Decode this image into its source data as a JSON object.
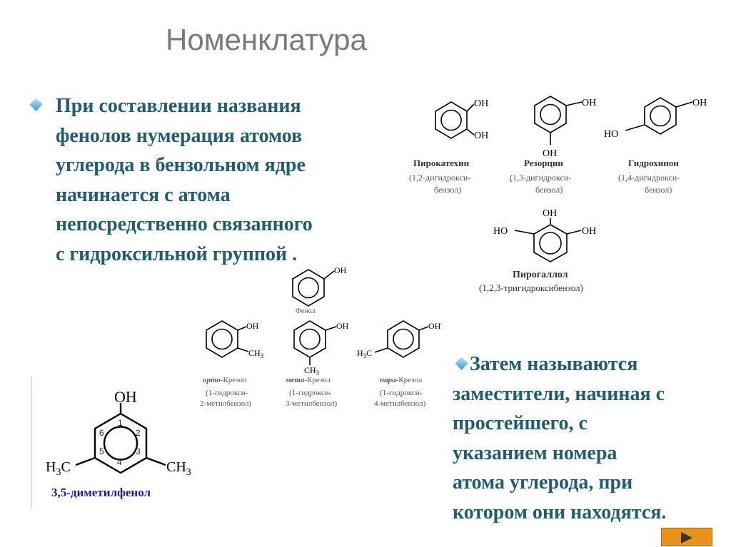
{
  "slide": {
    "title": "Номенклатура",
    "paragraph1": [
      "При составлении названия",
      "фенолов нумерация атомов",
      "углерода в бензольном ядре",
      "начинается с атома",
      "непосредственно связанного",
      "с гидроксильной группой ."
    ],
    "paragraph2": [
      "Затем называются",
      "заместители, начиная с",
      "простейшего, с",
      "указанием номера",
      "атома углерода, при",
      "котором они находятся."
    ]
  },
  "chem": {
    "oh": "OH",
    "ho": "HO",
    "ch": "CH",
    "h": "H",
    "c": "C",
    "sub3": "3",
    "pyrocatechin": {
      "name": "Пирокатехин",
      "sys1": "(1,2-дигидрокси-",
      "sys2": "бензол)"
    },
    "resorcin": {
      "name": "Резорцин",
      "sys1": "(1,3-дигидрокси-",
      "sys2": "бензол)"
    },
    "hydroquinone": {
      "name": "Гидрохинон",
      "sys1": "(1,4-дигидрокси-",
      "sys2": "бензол)"
    },
    "pyrogallol": {
      "name": "Пирогаллол",
      "sys": "(1,2,3-тригидроксибензол)"
    },
    "phenol": {
      "name": "Фенол"
    },
    "ortho": {
      "prefix": "орто",
      "name": "-Крезол",
      "sys1": "(1-гидрокси-",
      "sys2": "2-метилбензол)"
    },
    "meta": {
      "prefix": "мета",
      "name": "-Крезол",
      "sys1": "(1-гидрокси-",
      "sys2": "3-метилбензол)"
    },
    "para": {
      "prefix": "пара",
      "name": "-Крезол",
      "sys1": "(1-гидрокси-",
      "sys2": "4-метилбензол)"
    },
    "dimethyl": {
      "name": "3,5-диметилфенол",
      "n1": "1",
      "n2": "2",
      "n3": "3",
      "n4": "4",
      "n5": "5",
      "n6": "6"
    }
  },
  "nav": {
    "next_icon": "play-arrow-icon"
  },
  "colors": {
    "text": "#1f5e6e",
    "title": "#7a7a7a",
    "caption_blue": "#1a1aa8",
    "nav": "#e8921a"
  }
}
